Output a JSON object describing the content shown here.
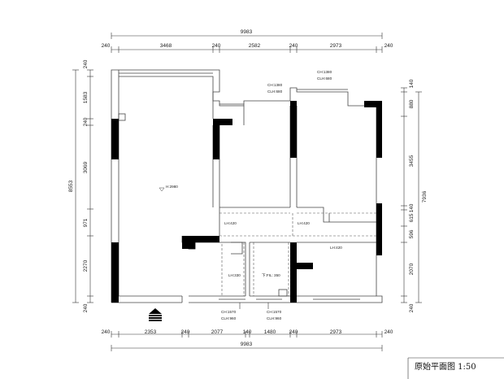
{
  "drawing": {
    "title": "原始平面图 1:50",
    "top_total": "9983",
    "top_segments": [
      "240",
      "3468",
      "240",
      "2582",
      "240",
      "2973",
      "240"
    ],
    "bottom_total": "9983",
    "bottom_segments": [
      "240",
      "2353",
      "240",
      "2077",
      "140",
      "1480",
      "240",
      "2973",
      "240"
    ],
    "left_total": "8553",
    "left_segments": [
      "240",
      "1583",
      "240",
      "3069",
      "971",
      "2270",
      "240"
    ],
    "right_total": "7936",
    "right_segments": [
      "140",
      "880",
      "3455",
      "140",
      "615",
      "596",
      "2070",
      "240"
    ],
    "room_notes": {
      "floor_height": "H:2980",
      "beam_living": "LH:420",
      "beam_middle": "LH:420",
      "beam_bottom_right": "LH:420",
      "beam_bedroom": "LH:330",
      "beam_bath": "下:FIL: 350"
    },
    "window_notes": {
      "top_mid_w": "CH:1380",
      "top_mid_h": "CLH:680",
      "top_right_w": "CH:1380",
      "top_right_h": "CLH:680",
      "bottom_left_w": "CH:1570",
      "bottom_left_h": "CLH:960",
      "bottom_mid_w": "CH:1570",
      "bottom_mid_h": "CLH:960"
    },
    "entrance": "entrance-arrow-icon"
  }
}
